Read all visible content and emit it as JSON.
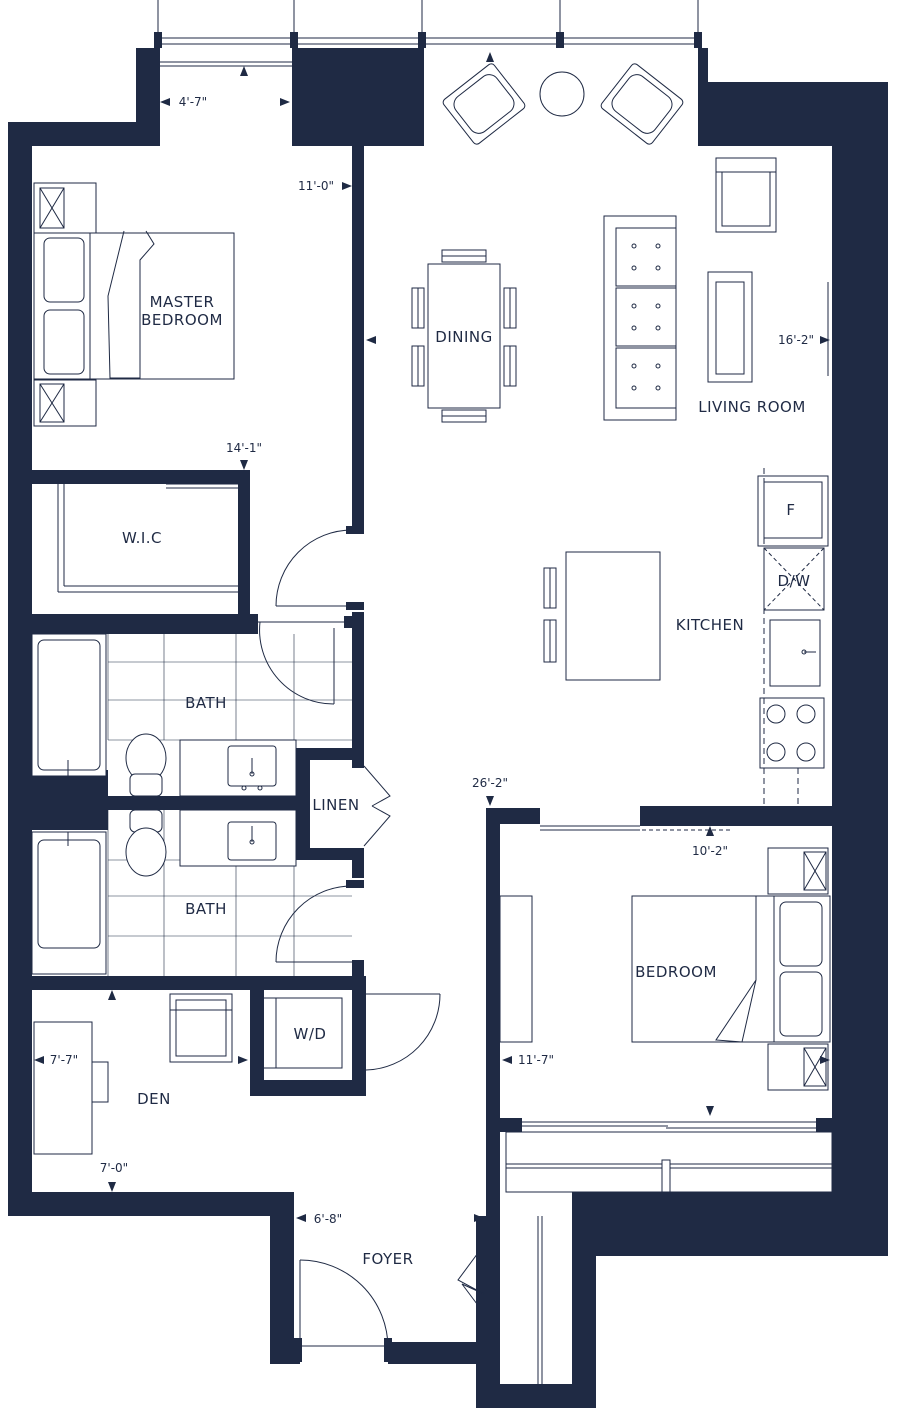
{
  "colors": {
    "wall": "#1f2a44",
    "background": "#ffffff"
  },
  "rooms": {
    "master_bedroom_line1": "MASTER",
    "master_bedroom_line2": "BEDROOM",
    "wic": "W.I.C",
    "dining": "DINING",
    "living_room": "LIVING ROOM",
    "kitchen": "KITCHEN",
    "fridge": "F",
    "dishwasher": "D/W",
    "bath_upper": "BATH",
    "bath_lower": "BATH",
    "linen": "LINEN",
    "bedroom": "BEDROOM",
    "wd": "W/D",
    "den": "DEN",
    "foyer": "FOYER"
  },
  "dimensions": {
    "balcony_width": "4'-7\"",
    "master_bedroom_width": "11'-0\"",
    "master_bedroom_depth": "14'-1\"",
    "living_width": "16'-2\"",
    "living_depth": "26'-2\"",
    "bedroom_depth": "10'-2\"",
    "bedroom_width": "11'-7\"",
    "den_width": "7'-7\"",
    "den_depth": "7'-0\"",
    "foyer_width": "6'-8\""
  }
}
